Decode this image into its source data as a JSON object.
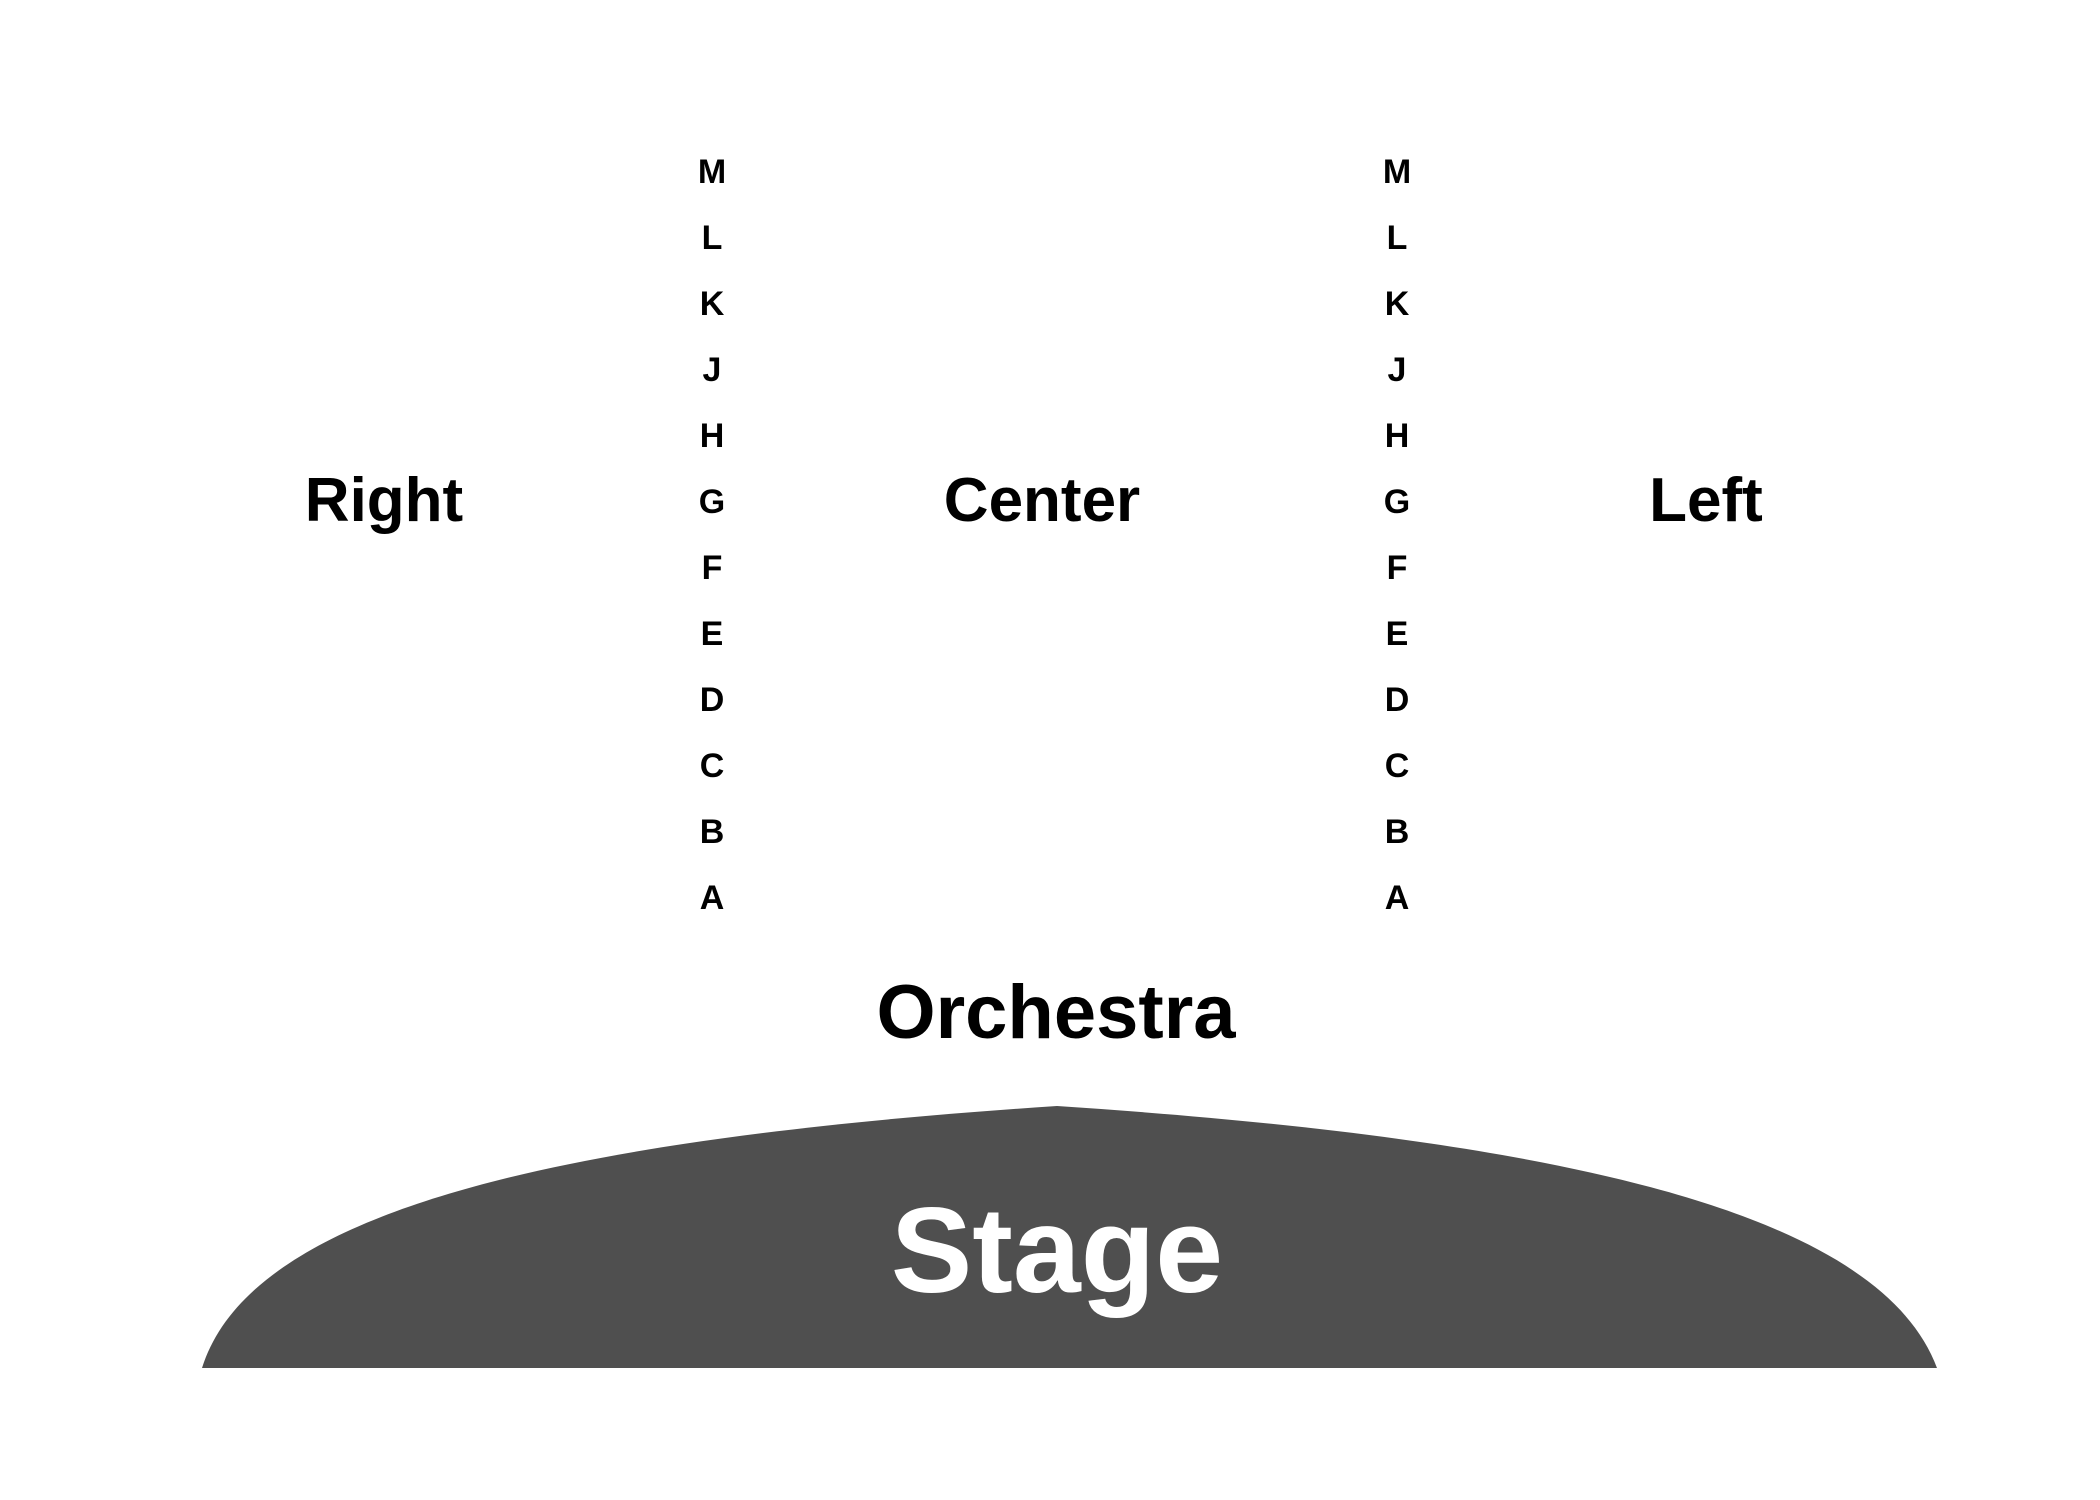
{
  "sections": {
    "right": "Right",
    "center": "Center",
    "left": "Left",
    "orchestra": "Orchestra"
  },
  "rows": [
    "M",
    "L",
    "K",
    "J",
    "H",
    "G",
    "F",
    "E",
    "D",
    "C",
    "B",
    "A"
  ],
  "stage": {
    "label": "Stage",
    "fill_color": "#4f4f4f",
    "text_color": "#ffffff"
  }
}
